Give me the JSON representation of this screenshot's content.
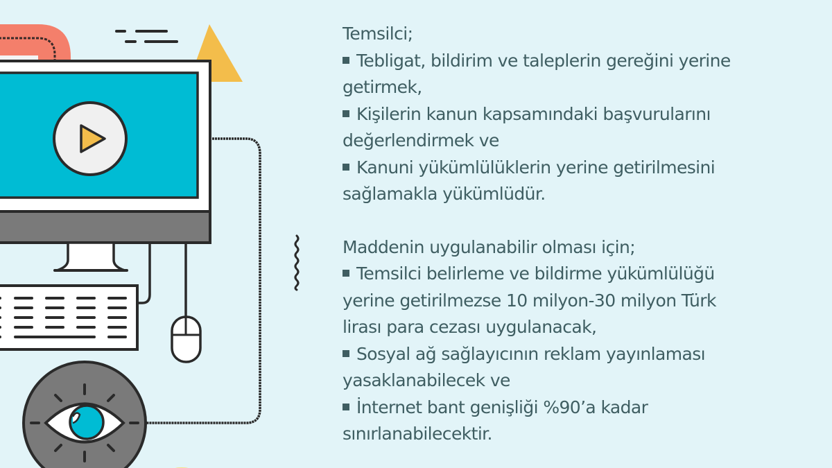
{
  "colors": {
    "background": "#e2f4f8",
    "text": "#3f5e62",
    "screen": "#00bcd4",
    "monitor_stand": "#7a7a7a",
    "accent_yellow": "#f3bd4b",
    "accent_coral": "#f47f6b",
    "outline": "#2a2a2a"
  },
  "illustration": {
    "icons": [
      "monitor-icon",
      "play-button-icon",
      "keyboard-icon",
      "mouse-icon",
      "eye-icon",
      "triangle-shape",
      "dashed-cable",
      "squiggle-divider"
    ]
  },
  "content": {
    "blocks": [
      {
        "heading": "Temsilci;",
        "items": [
          {
            "line1": "Tebligat, bildirim ve taleplerin gereğini yerine",
            "line2": "getirmek,"
          },
          {
            "line1": "Kişilerin kanun kapsamındaki başvurularını",
            "line2": "değerlendirmek ve"
          },
          {
            "line1": "Kanuni yükümlülüklerin yerine getirilmesini",
            "line2": "sağlamakla yükümlüdür."
          }
        ]
      },
      {
        "heading": "Maddenin uygulanabilir olması için;",
        "items": [
          {
            "line1": "Temsilci belirleme ve bildirme yükümlülüğü",
            "line2": "yerine getirilmezse 10 milyon-30 milyon Türk",
            "line3": "lirası para cezası uygulanacak,"
          },
          {
            "line1": "Sosyal ağ sağlayıcının reklam yayınlaması",
            "line2": "yasaklanabilecek ve"
          },
          {
            "line1": "İnternet bant genişliği %90’a kadar",
            "line2": "sınırlanabilecektir."
          }
        ]
      }
    ]
  }
}
